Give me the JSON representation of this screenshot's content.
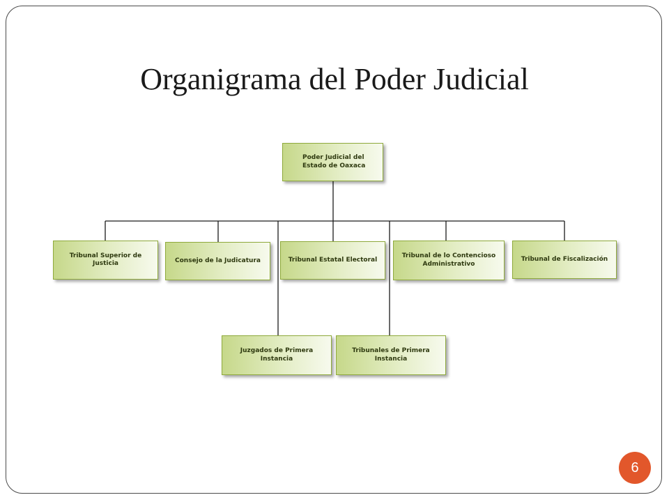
{
  "slide": {
    "title": "Organigrama del Poder Judicial",
    "page_number": "6"
  },
  "org_chart": {
    "root": {
      "label": "Poder Judicial del Estado de Oaxaca"
    },
    "level_1": [
      {
        "label": "Tribunal Superior de Justicia"
      },
      {
        "label": "Consejo de la Judicatura"
      },
      {
        "label": "Tribunal Estatal Electoral"
      },
      {
        "label": "Tribunal de lo Contencioso Administrativo"
      },
      {
        "label": "Tribunal de Fiscalización"
      }
    ],
    "level_2": [
      {
        "label": "Juzgados de Primera Instancia"
      },
      {
        "label": "Tribunales de Primera Instancia"
      }
    ]
  },
  "colors": {
    "node_border": "#8faa3c",
    "node_fill_start": "#c6d88a",
    "node_fill_end": "#f7faee",
    "connector": "#1a1a1a",
    "page_badge": "#e2572b"
  }
}
